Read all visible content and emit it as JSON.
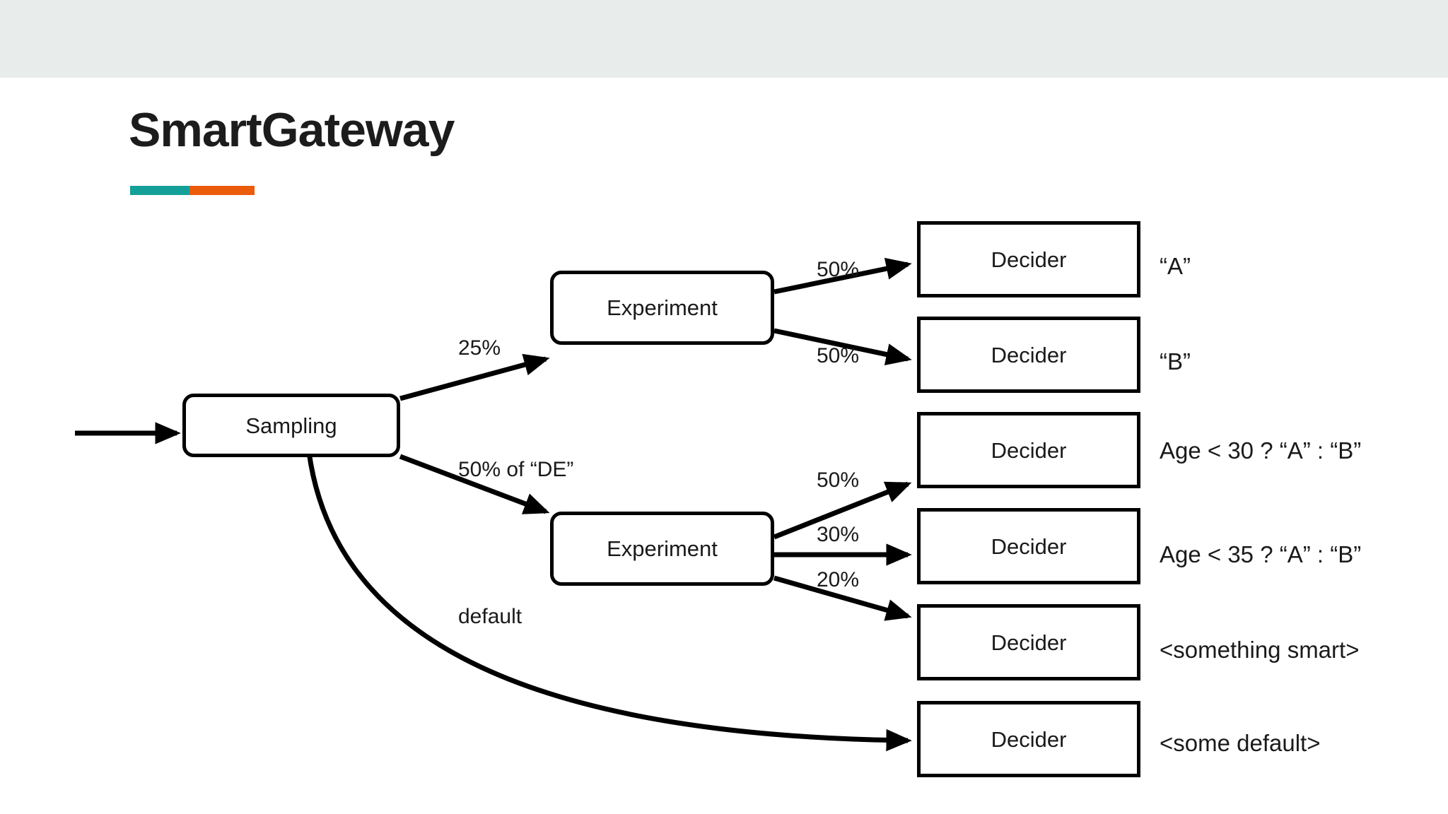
{
  "slide": {
    "title": "SmartGateway",
    "accent_teal": "#14a098",
    "accent_orange": "#ea5b0c",
    "band_color": "#e8edeb",
    "background": "#ffffff",
    "stroke_color": "#000000"
  },
  "diagram": {
    "type": "flow-diagram",
    "nodes": [
      {
        "id": "sampling",
        "label": "Sampling",
        "shape": "rounded-rect"
      },
      {
        "id": "exp1",
        "label": "Experiment",
        "shape": "rounded-rect"
      },
      {
        "id": "exp2",
        "label": "Experiment",
        "shape": "rounded-rect"
      },
      {
        "id": "decider1",
        "label": "Decider",
        "shape": "rect"
      },
      {
        "id": "decider2",
        "label": "Decider",
        "shape": "rect"
      },
      {
        "id": "decider3",
        "label": "Decider",
        "shape": "rect"
      },
      {
        "id": "decider4",
        "label": "Decider",
        "shape": "rect"
      },
      {
        "id": "decider5",
        "label": "Decider",
        "shape": "rect"
      },
      {
        "id": "decider6",
        "label": "Decider",
        "shape": "rect"
      }
    ],
    "edges": [
      {
        "id": "entry",
        "from": "input",
        "to": "sampling",
        "label": ""
      },
      {
        "id": "sampling-exp1",
        "from": "sampling",
        "to": "exp1",
        "label": "25%"
      },
      {
        "id": "sampling-exp2",
        "from": "sampling",
        "to": "exp2",
        "label": "50% of “DE”"
      },
      {
        "id": "sampling-def",
        "from": "sampling",
        "to": "decider6",
        "label": "default"
      },
      {
        "id": "exp1-d1",
        "from": "exp1",
        "to": "decider1",
        "label": "50%"
      },
      {
        "id": "exp1-d2",
        "from": "exp1",
        "to": "decider2",
        "label": "50%"
      },
      {
        "id": "exp2-d3",
        "from": "exp2",
        "to": "decider3",
        "label": "50%"
      },
      {
        "id": "exp2-d4",
        "from": "exp2",
        "to": "decider4",
        "label": "30%"
      },
      {
        "id": "exp2-d5",
        "from": "exp2",
        "to": "decider5",
        "label": "20%"
      }
    ],
    "annotations": [
      {
        "id": "ann1",
        "for": "decider1",
        "text": "“A”"
      },
      {
        "id": "ann2",
        "for": "decider2",
        "text": "“B”"
      },
      {
        "id": "ann3",
        "for": "decider3",
        "text": "Age < 30 ? “A” : “B”"
      },
      {
        "id": "ann4",
        "for": "decider4",
        "text": "Age < 35 ? “A” : “B”"
      },
      {
        "id": "ann5",
        "for": "decider5",
        "text": "<something smart>"
      },
      {
        "id": "ann6",
        "for": "decider6",
        "text": "<some default>"
      }
    ]
  }
}
